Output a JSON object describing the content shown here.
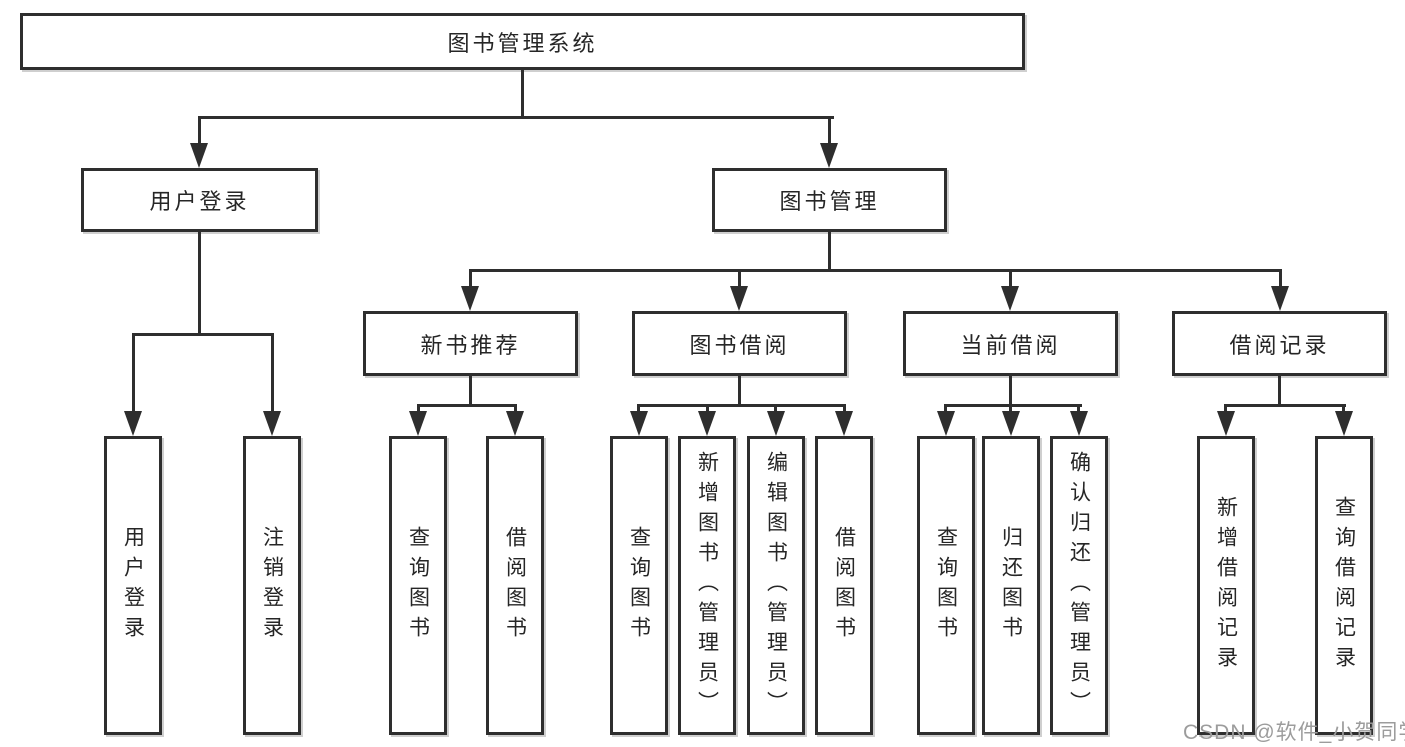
{
  "diagram": {
    "colors": {
      "line": "#2e2e2e",
      "box_fill": "#ffffff",
      "text": "#262626",
      "background": "#ffffff",
      "watermark": "#9c9c9c"
    },
    "watermark": {
      "text": "CSDN @软件_小贺同学"
    },
    "tree": {
      "label": "图书管理系统",
      "children": [
        {
          "label": "用户登录",
          "children": [
            {
              "label": "用户登录"
            },
            {
              "label": "注销登录"
            }
          ]
        },
        {
          "label": "图书管理",
          "children": [
            {
              "label": "新书推荐",
              "children": [
                {
                  "label": "查询图书"
                },
                {
                  "label": "借阅图书"
                }
              ]
            },
            {
              "label": "图书借阅",
              "children": [
                {
                  "label": "查询图书"
                },
                {
                  "label": "新增图书（管理员）"
                },
                {
                  "label": "编辑图书（管理员）"
                },
                {
                  "label": "借阅图书"
                }
              ]
            },
            {
              "label": "当前借阅",
              "children": [
                {
                  "label": "查询图书"
                },
                {
                  "label": "归还图书"
                },
                {
                  "label": "确认归还（管理员）"
                }
              ]
            },
            {
              "label": "借阅记录",
              "children": [
                {
                  "label": "新增借阅记录"
                },
                {
                  "label": "查询借阅记录"
                }
              ]
            }
          ]
        }
      ]
    }
  }
}
